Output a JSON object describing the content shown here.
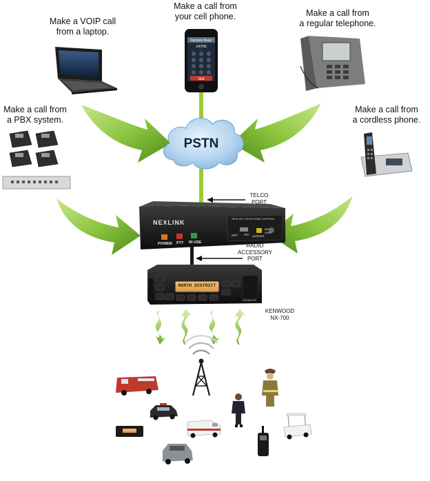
{
  "captions": {
    "voip": [
      "Make a VOIP call",
      "from a laptop."
    ],
    "cell": [
      "Make a call from",
      "your cell phone."
    ],
    "telephone": [
      "Make a call from",
      "a regular telephone."
    ],
    "pbx": [
      "Make a call from",
      "a PBX system."
    ],
    "cordless": [
      "Make a call from",
      "a cordless phone."
    ]
  },
  "cloud_label": "PSTN",
  "ports": {
    "telco": [
      "TELCO",
      "PORT"
    ],
    "radio": [
      "RADIO",
      "ACCESSORY",
      "PORT"
    ]
  },
  "gateway": {
    "brand": "NEXLINK",
    "model_text": "NEXLINK TELEPHONE GATEWAY",
    "leds": [
      "POWER",
      "PTT",
      "IN USE"
    ],
    "switch": [
      "OFF",
      "ON"
    ],
    "right_labels": [
      "ANSWER",
      "MIC GAIN"
    ]
  },
  "radio": {
    "display": "NORTH DISTRICT",
    "brand": "KENWOOD",
    "label": [
      "KENWOOD",
      "NX-700"
    ]
  },
  "phone": {
    "screen_title": "Remote Base",
    "screen_number": "14/705",
    "button": "Dial"
  },
  "colors": {
    "arrow": "#8cc63f",
    "arrow_dark": "#5a8f1e",
    "cloud": "#9fc6e8",
    "line": "#99cc33"
  },
  "icons": [
    "laptop-icon",
    "smartphone-icon",
    "desk-phone-icon",
    "pbx-phones-icon",
    "cordless-phone-icon",
    "pstn-cloud-icon",
    "nexlink-gateway-icon",
    "kenwood-radio-icon",
    "radio-tower-icon",
    "fire-truck-icon",
    "police-car-icon",
    "ambulance-icon",
    "mobile-radio-icon",
    "suv-icon",
    "police-officer-icon",
    "firefighter-icon",
    "handheld-radio-icon",
    "golf-cart-icon"
  ]
}
